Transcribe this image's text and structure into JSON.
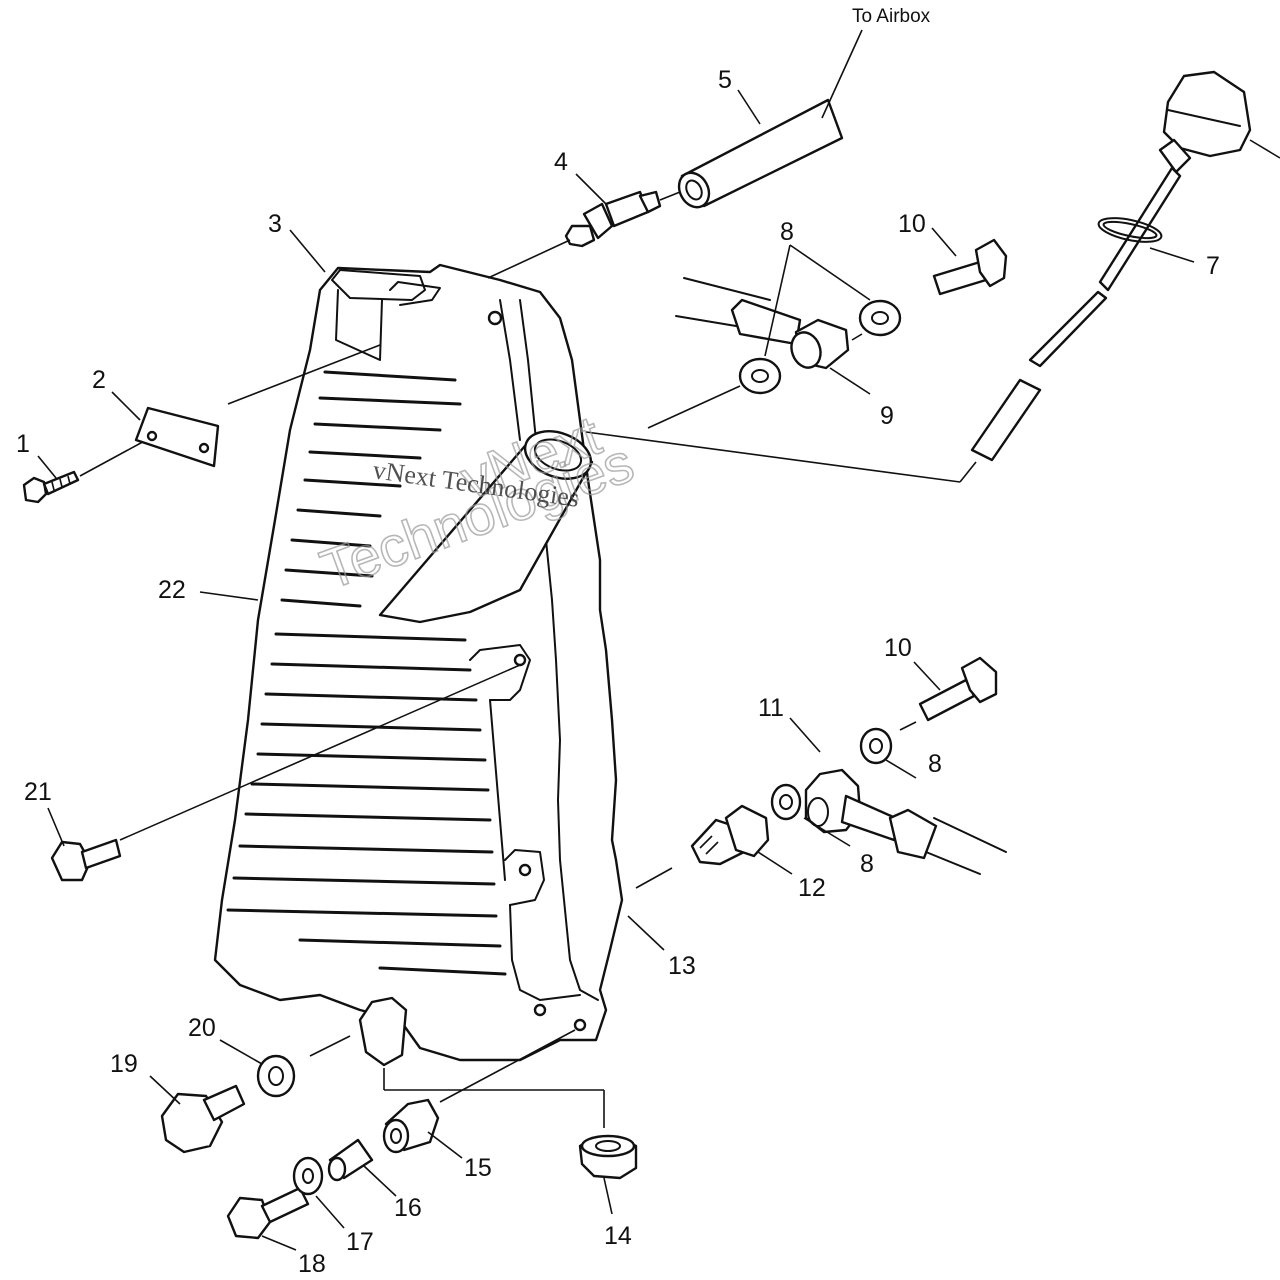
{
  "notes": {
    "to_airbox": "To Airbox"
  },
  "watermark": {
    "line1": "vNext Technologies",
    "line2a": "vNext",
    "line2b": "Technologies"
  },
  "callouts": {
    "c1": "1",
    "c2": "2",
    "c3": "3",
    "c4": "4",
    "c5": "5",
    "c7": "7",
    "c8a": "8",
    "c8b": "8",
    "c8c": "8",
    "c9": "9",
    "c10a": "10",
    "c10b": "10",
    "c11": "11",
    "c12": "12",
    "c13": "13",
    "c14": "14",
    "c15": "15",
    "c16": "16",
    "c17": "17",
    "c18": "18",
    "c19": "19",
    "c20": "20",
    "c21": "21",
    "c22": "22"
  }
}
